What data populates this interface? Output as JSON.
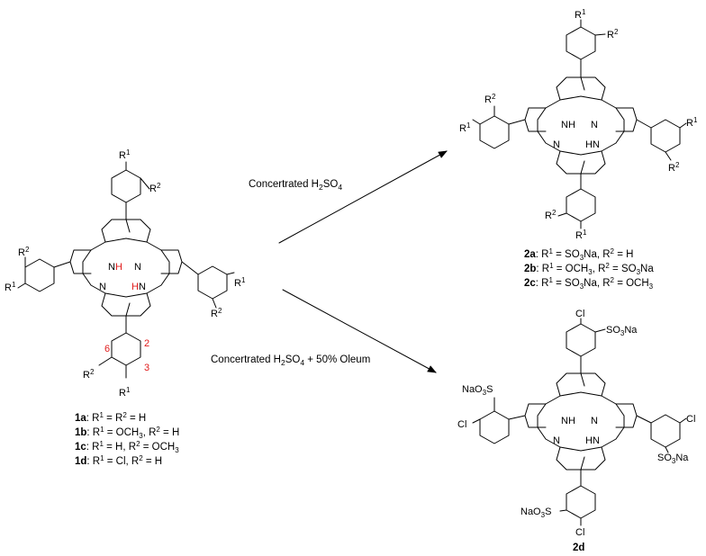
{
  "reactions": [
    {
      "condition_pre": "Concertrated H",
      "condition_sub": "2",
      "condition_post": "SO",
      "condition_sub2": "4",
      "condition_tail": ""
    },
    {
      "condition_pre": "Concertrated H",
      "condition_sub": "2",
      "condition_post": "SO",
      "condition_sub2": "4",
      "condition_tail": " + 50% Oleum"
    }
  ],
  "reactant": {
    "ring_numbers": [
      "6",
      "2",
      "3"
    ],
    "substituents": {
      "r1": "R",
      "r1_sup": "1",
      "r2": "R",
      "r2_sup": "2"
    },
    "nh": "N",
    "h": "H",
    "compounds": [
      {
        "id": "1a",
        "text": ": R",
        "s1": "1",
        "mid": " = R",
        "s2": "2",
        "tail": " = H"
      },
      {
        "id": "1b",
        "text": ": R",
        "s1": "1",
        "mid": " = OCH",
        "s2": "3",
        "tail": ", R",
        "s3": "2",
        "end": " = H"
      },
      {
        "id": "1c",
        "text": ": R",
        "s1": "1",
        "mid": " = H, R",
        "s2": "2",
        "tail": " = OCH",
        "s3": "3",
        "end": ""
      },
      {
        "id": "1d",
        "text": ": R",
        "s1": "1",
        "mid": " = Cl, R",
        "s2": "2",
        "tail": " = H"
      }
    ]
  },
  "product_top": {
    "compounds": [
      {
        "id": "2a",
        "text": ": R",
        "s1": "1",
        "mid": " = SO",
        "s2": "3",
        "tail": "Na, R",
        "s3": "2",
        "end": " = H"
      },
      {
        "id": "2b",
        "text": ": R",
        "s1": "1",
        "mid": " = OCH",
        "s2": "3",
        "tail": ", R",
        "s3": "2",
        "end": " = SO",
        "s4": "3",
        "end2": "Na"
      },
      {
        "id": "2c",
        "text": ": R",
        "s1": "1",
        "mid": " = SO",
        "s2": "3",
        "tail": "Na, R",
        "s3": "2",
        "end": " = OCH",
        "s4": "3",
        "end2": ""
      }
    ]
  },
  "product_bottom": {
    "id": "2d",
    "cl": "Cl",
    "so3na_a": "SO",
    "so3na_sub": "3",
    "so3na_b": "Na",
    "naso3_a": "NaO",
    "naso3_sub": "3",
    "naso3_b": "S"
  }
}
